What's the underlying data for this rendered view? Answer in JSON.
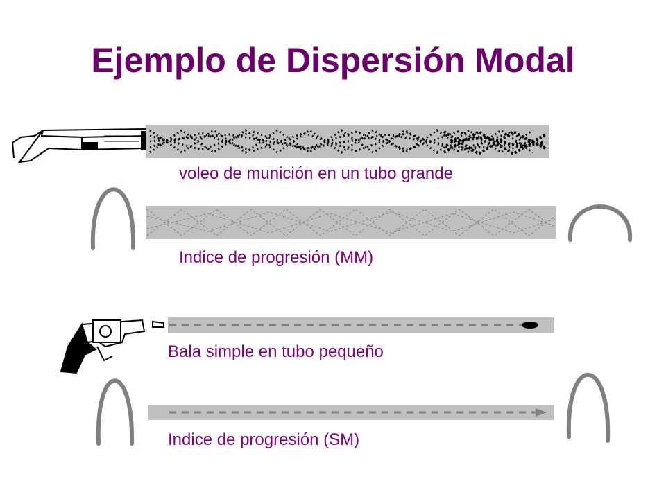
{
  "slide": {
    "title": "Ejemplo de Dispersión Modal",
    "title_color": "#6B006B",
    "label_color": "#800080",
    "tube_color": "#C0C0C0",
    "pulse_color": "#808080"
  },
  "rows": [
    {
      "caption": "voleo de  munición en un tubo grande",
      "icon": "shotgun-icon"
    },
    {
      "caption": "Indice de progresión (MM)",
      "icon": "broadened-pulse-icon"
    },
    {
      "caption": "Bala simple en tubo pequeño",
      "icon": "revolver-icon"
    },
    {
      "caption": "Indice de progresión (SM)",
      "icon": "narrow-pulse-icon"
    }
  ]
}
